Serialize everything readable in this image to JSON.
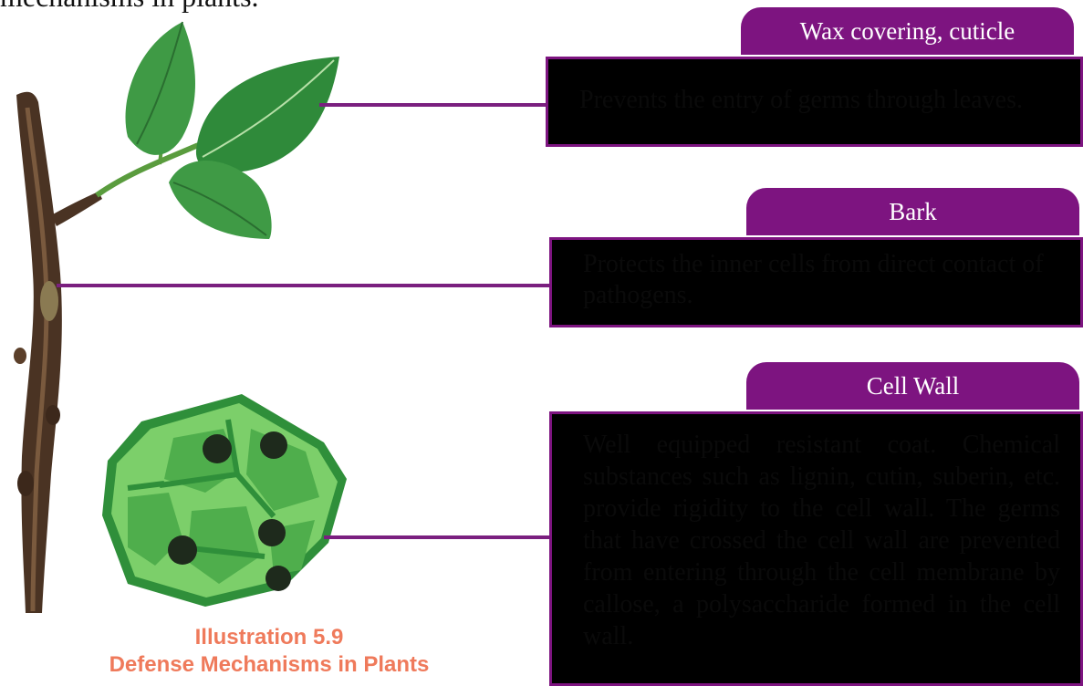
{
  "intro_text_fragment": "mechanisms in plants.",
  "callouts": [
    {
      "title": "Wax covering, cuticle",
      "text": "Prevents the entry of germs through leaves."
    },
    {
      "title": "Bark",
      "text": "Protects the inner cells from direct contact of pathogens."
    },
    {
      "title": "Cell Wall",
      "text": "Well equipped resistant coat. Chemical substances such as lignin, cutin, suberin, etc. provide rigidity to the cell wall. The germs that have crossed the cell wall are prevented from entering through the cell membrane by callose, a polysaccharide formed in the cell wall."
    }
  ],
  "caption": {
    "number": "Illustration 5.9",
    "title": "Defense Mechanisms in Plants"
  },
  "colors": {
    "accent_purple": "#7d1480",
    "caption_orange": "#ef7a5b",
    "leaf_green": "#3f9a45",
    "cell_green": "#7ccf6a"
  }
}
